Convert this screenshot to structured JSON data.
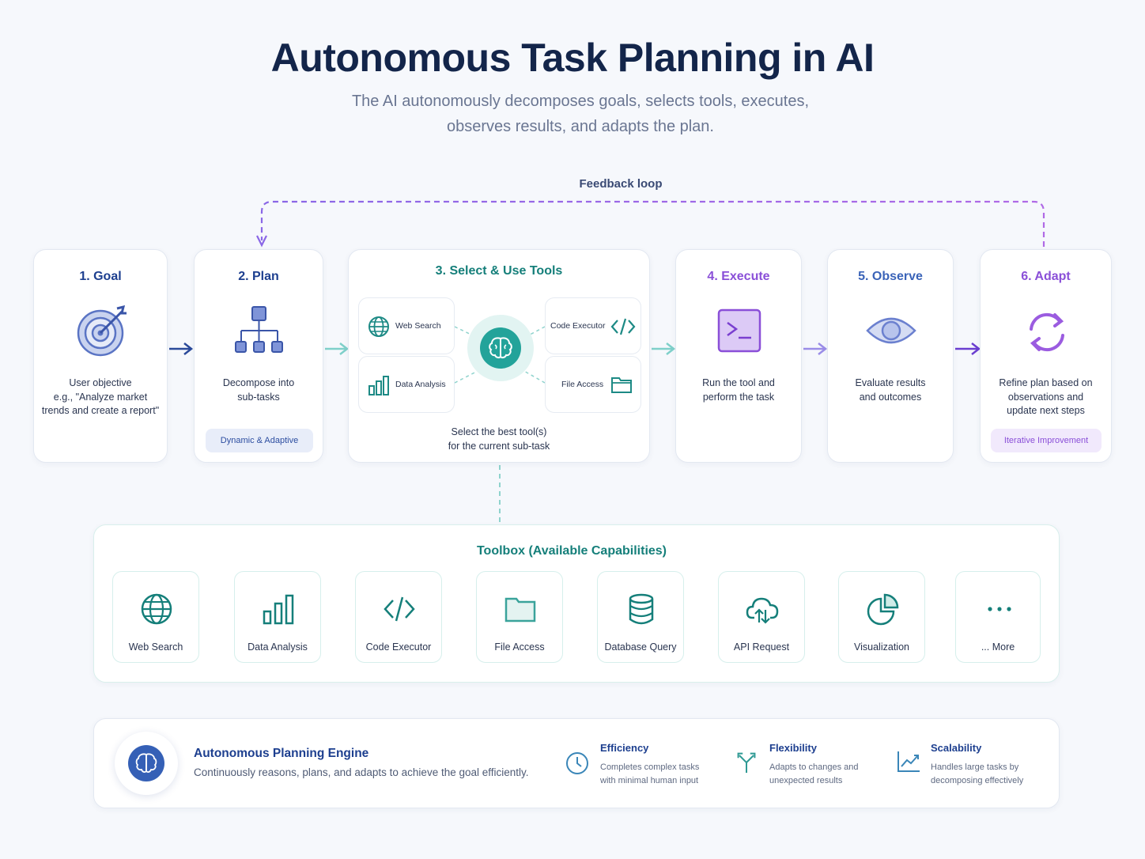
{
  "header": {
    "title": "Autonomous Task Planning in AI",
    "subtitle_line1": "The AI autonomously decomposes goals, selects tools, executes,",
    "subtitle_line2": "observes results, and adapts the plan."
  },
  "feedback_label": "Feedback loop",
  "steps": [
    {
      "title": "1. Goal",
      "desc": [
        "User objective",
        "e.g., \"Analyze market",
        "trends and create a report\""
      ],
      "icon": "target-icon"
    },
    {
      "title": "2. Plan",
      "desc": [
        "Decompose into",
        "sub-tasks"
      ],
      "badge": "Dynamic & Adaptive",
      "icon": "hierarchy-icon"
    },
    {
      "title": "3. Select & Use Tools",
      "desc": [
        "Select the best tool(s)",
        "for the current sub-task"
      ],
      "icon": "brain-icon",
      "tools": [
        "Web Search",
        "Code Executor",
        "Data Analysis",
        "File Access"
      ]
    },
    {
      "title": "4. Execute",
      "desc": [
        "Run the tool and",
        "perform the task"
      ],
      "icon": "terminal-icon"
    },
    {
      "title": "5. Observe",
      "desc": [
        "Evaluate results",
        "and outcomes"
      ],
      "icon": "eye-icon"
    },
    {
      "title": "6. Adapt",
      "desc": [
        "Refine plan based on",
        "observations and",
        "update next steps"
      ],
      "badge": "Iterative Improvement",
      "icon": "refresh-icon"
    }
  ],
  "toolbox": {
    "title": "Toolbox (Available Capabilities)",
    "items": [
      {
        "label": "Web Search",
        "icon": "globe-icon"
      },
      {
        "label": "Data Analysis",
        "icon": "bar-chart-icon"
      },
      {
        "label": "Code Executor",
        "icon": "code-icon"
      },
      {
        "label": "File Access",
        "icon": "folder-icon"
      },
      {
        "label": "Database Query",
        "icon": "database-icon"
      },
      {
        "label": "API Request",
        "icon": "cloud-icon"
      },
      {
        "label": "Visualization",
        "icon": "pie-chart-icon"
      },
      {
        "label": "... More",
        "icon": "more-icon"
      }
    ]
  },
  "engine": {
    "title": "Autonomous Planning Engine",
    "desc": "Continuously reasons, plans, and adapts to achieve the goal efficiently.",
    "features": [
      {
        "title": "Efficiency",
        "desc": [
          "Completes complex tasks",
          "with minimal human input"
        ],
        "icon": "clock-icon"
      },
      {
        "title": "Flexibility",
        "desc": [
          "Adapts to changes and",
          "unexpected results"
        ],
        "icon": "split-arrow-icon"
      },
      {
        "title": "Scalability",
        "desc": [
          "Handles large tasks by",
          "decomposing effectively"
        ],
        "icon": "trend-icon"
      }
    ]
  },
  "colors": {
    "navy": "#13254a",
    "blue": "#3a63b8",
    "teal": "#1d9a93",
    "purple": "#8a4fd8",
    "feedback": "#a46ee6"
  }
}
